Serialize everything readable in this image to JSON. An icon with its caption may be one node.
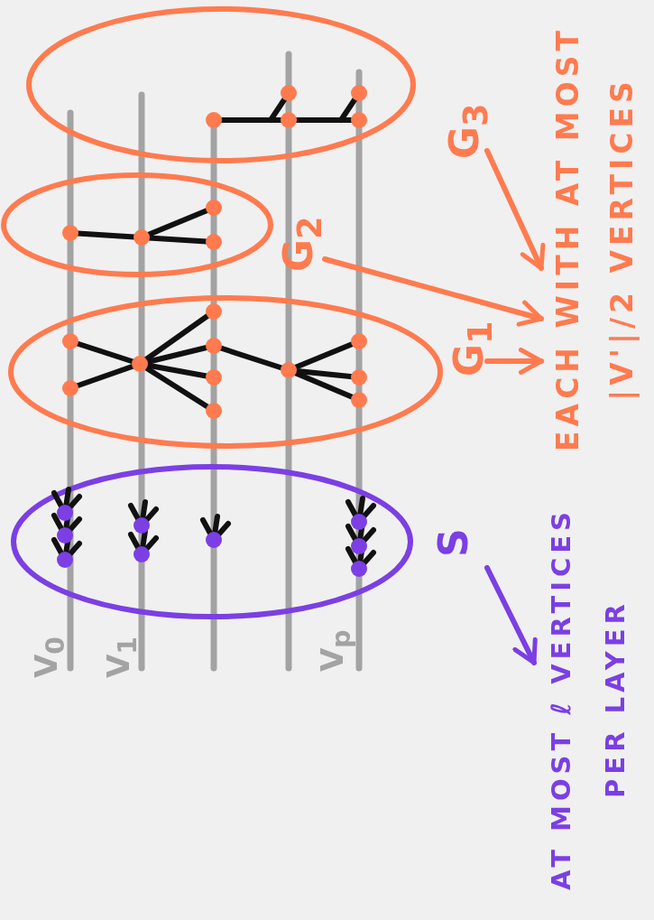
{
  "diagram": {
    "nodes": [
      {
        "text": [
          "S"
        ]
      },
      {
        "text": [
          "G$_{1}$"
        ]
      },
      {
        "text": [
          "G$_{2}$"
        ]
      },
      {
        "text": [
          "G$_{3}$"
        ]
      },
      {
        "text": [
          "AT MOST ℓ VERTICES PER LAYER"
        ]
      },
      {
        "text": [
          "EACH WITH AT MOST |V'|/2 VERTICES"
        ]
      }
    ],
    "edges": [
      {
        "from": 0,
        "to": 4,
        "arrow": "to",
        "color": "#7b3fe4"
      },
      {
        "from": 1,
        "to": 5,
        "arrow": "to"
      },
      {
        "from": 2,
        "to": 5,
        "arrow": "to"
      },
      {
        "from": 3,
        "to": 5,
        "arrow": "to"
      }
    ],
    "labels": [
      "V$_{0}$",
      "V$_{1}$",
      "V$_{p}$"
    ]
  }
}
